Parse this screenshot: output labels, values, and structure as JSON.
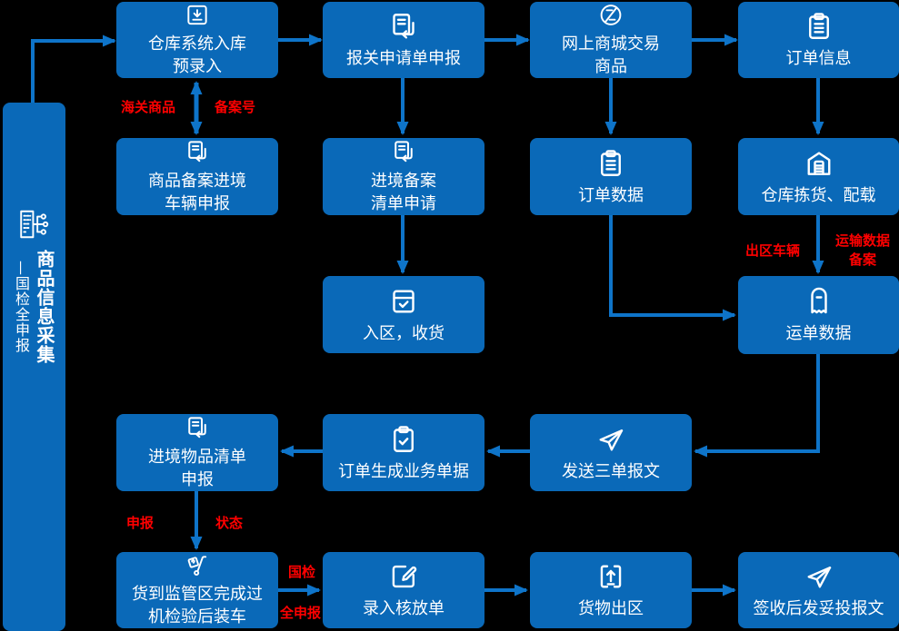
{
  "colors": {
    "box_blue": "#0a69b8",
    "arrow_blue": "#0e74c9",
    "label_red": "#ff0000",
    "text_white": "#ffffff",
    "background": "#000000"
  },
  "sidebar": {
    "icon": "building-orgchart-icon",
    "title_main": "商品信息采集",
    "title_sub": "—国检全申报"
  },
  "nodes": [
    {
      "id": "warehouse-entry-prerecord",
      "label": "仓库系统入库\n预录入",
      "icon": "download-icon"
    },
    {
      "id": "customs-application-declare",
      "label": "报关申请单申报",
      "icon": "doc-return-icon"
    },
    {
      "id": "online-mall-goods",
      "label": "网上商城交易\n商品",
      "icon": "circle-z-icon"
    },
    {
      "id": "order-info",
      "label": "订单信息",
      "icon": "clipboard-icon"
    },
    {
      "id": "goods-record-vehicle-declare",
      "label": "商品备案进境\n车辆申报",
      "icon": "doc-return-icon"
    },
    {
      "id": "entry-record-list-apply",
      "label": "进境备案\n清单申请",
      "icon": "doc-return-icon"
    },
    {
      "id": "order-data",
      "label": "订单数据",
      "icon": "clipboard-icon"
    },
    {
      "id": "warehouse-pick-load",
      "label": "仓库拣货、配载",
      "icon": "warehouse-icon"
    },
    {
      "id": "enter-zone-receive",
      "label": "入区，收货",
      "icon": "box-check-icon"
    },
    {
      "id": "waybill-data",
      "label": "运单数据",
      "icon": "receipt-icon"
    },
    {
      "id": "entry-items-list-declare",
      "label": "进境物品清单\n申报",
      "icon": "doc-return-icon"
    },
    {
      "id": "order-generate-business-docs",
      "label": "订单生成业务单据",
      "icon": "clipboard-check-icon"
    },
    {
      "id": "send-three-reports",
      "label": "发送三单报文",
      "icon": "paper-plane-icon"
    },
    {
      "id": "cargo-supervision-load",
      "label": "货到监管区完成过\n机检验后装车",
      "icon": "hand-truck-icon"
    },
    {
      "id": "enter-release-form",
      "label": "录入核放单",
      "icon": "edit-icon"
    },
    {
      "id": "cargo-exit-zone",
      "label": "货物出区",
      "icon": "upload-icon"
    },
    {
      "id": "sign-send-delivery-report",
      "label": "签收后发妥投报文",
      "icon": "paper-plane-icon"
    }
  ],
  "edge_labels": {
    "haiguan_shangpin": "海关商品",
    "beianhao": "备案号",
    "chuqu_cheliang": "出区车辆",
    "yunshu_shuju_beian": "运输数据\n备案",
    "shenbao": "申报",
    "zhuangtai": "状态",
    "guojian": "国检",
    "quanshenbao": "全申报"
  }
}
